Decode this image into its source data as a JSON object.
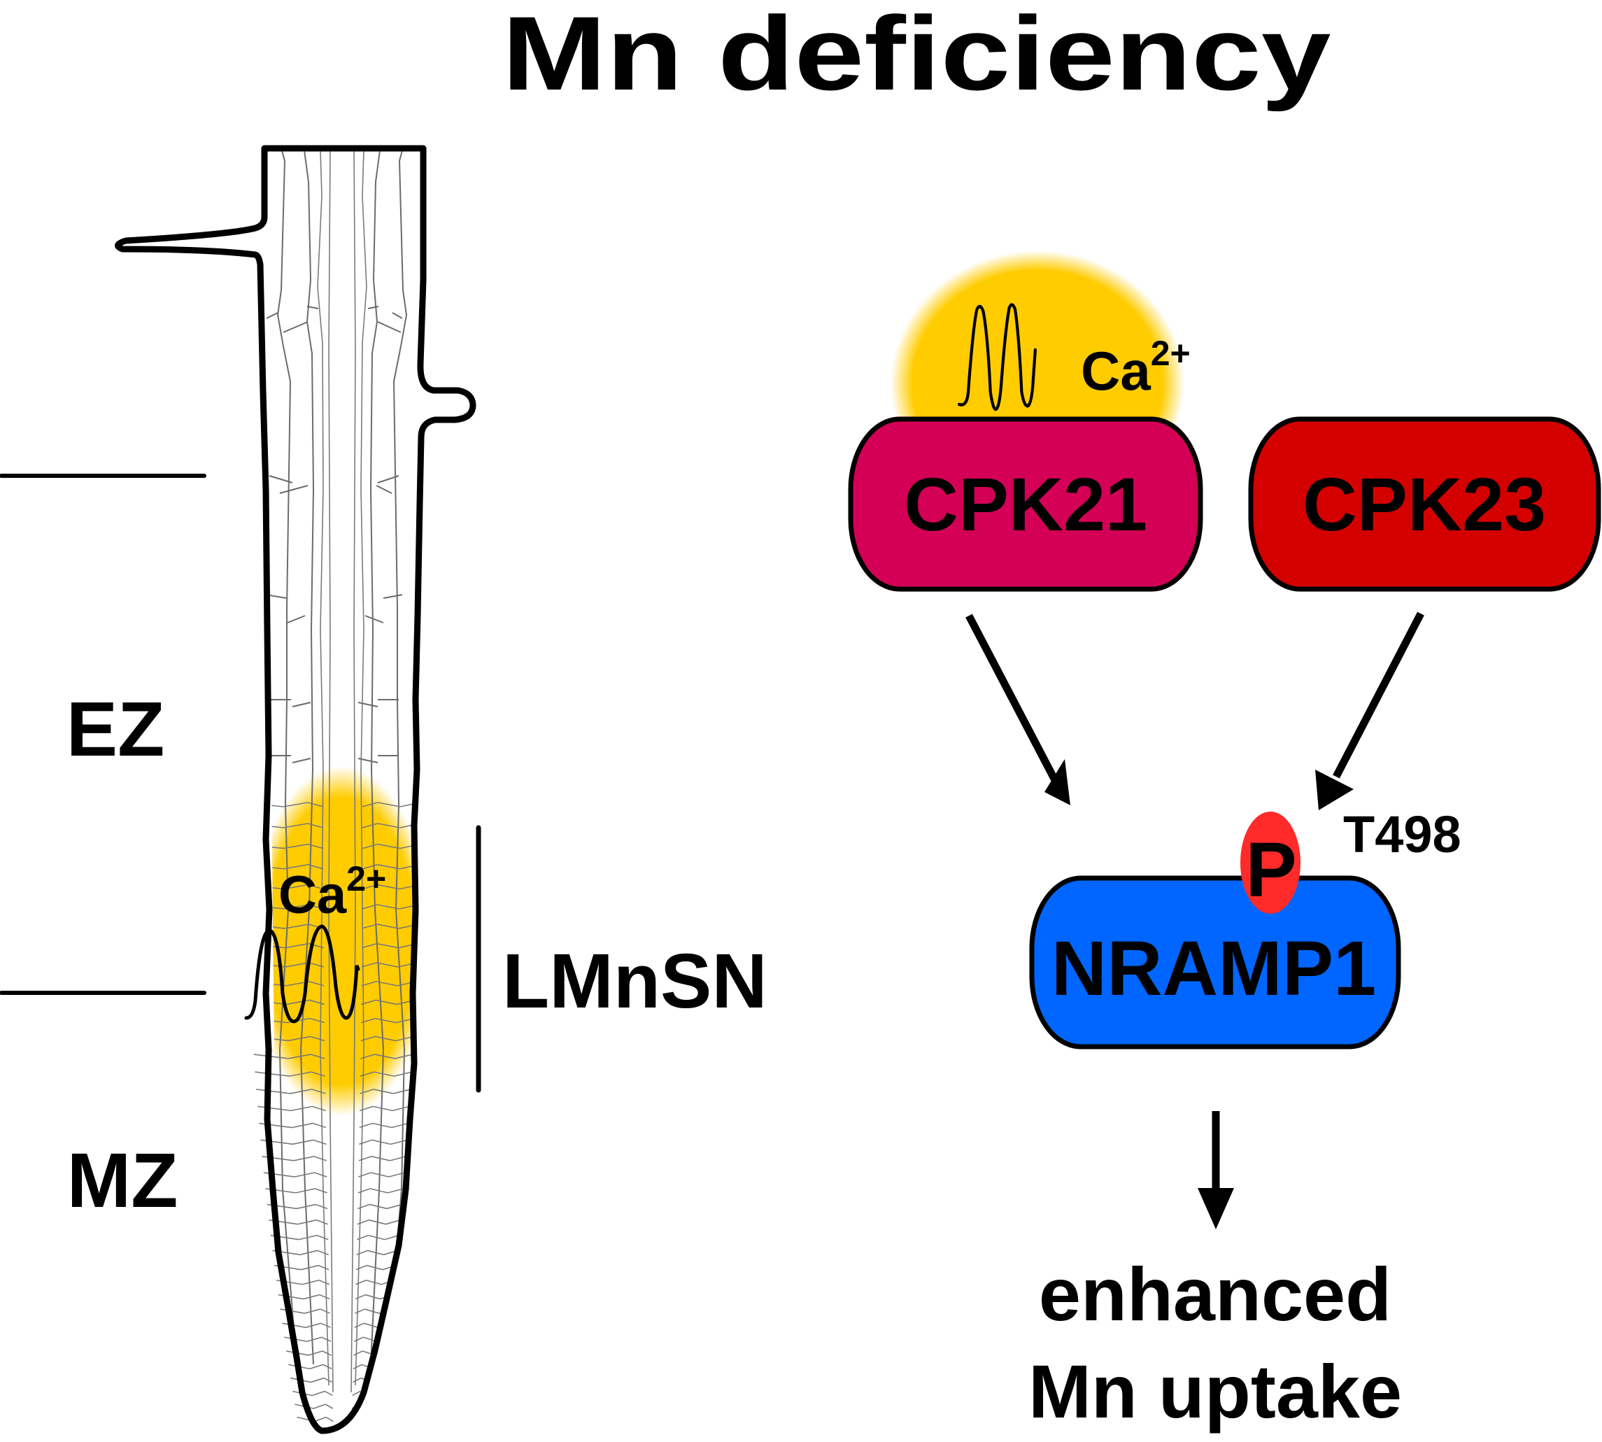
{
  "title": "Mn deficiency",
  "zones": {
    "ez_label": "EZ",
    "mz_label": "MZ",
    "lmnsn_label": "LMnSN"
  },
  "root_signal": {
    "ion": "Ca",
    "charge": "2+"
  },
  "pathway_signal": {
    "ion": "Ca",
    "charge": "2+"
  },
  "kinases": [
    {
      "label": "CPK21",
      "color": "#d40055"
    },
    {
      "label": "CPK23",
      "color": "#d40000"
    }
  ],
  "target": {
    "label": "NRAMP1",
    "color": "#0066ff",
    "phospho_label": "P",
    "phospho_color": "#ff2a2a",
    "site_label": "T498"
  },
  "outcome": {
    "line1": "enhanced",
    "line2": "Mn uptake"
  },
  "colors": {
    "calcium_glow": "#ffcc00",
    "outline": "#000000"
  }
}
